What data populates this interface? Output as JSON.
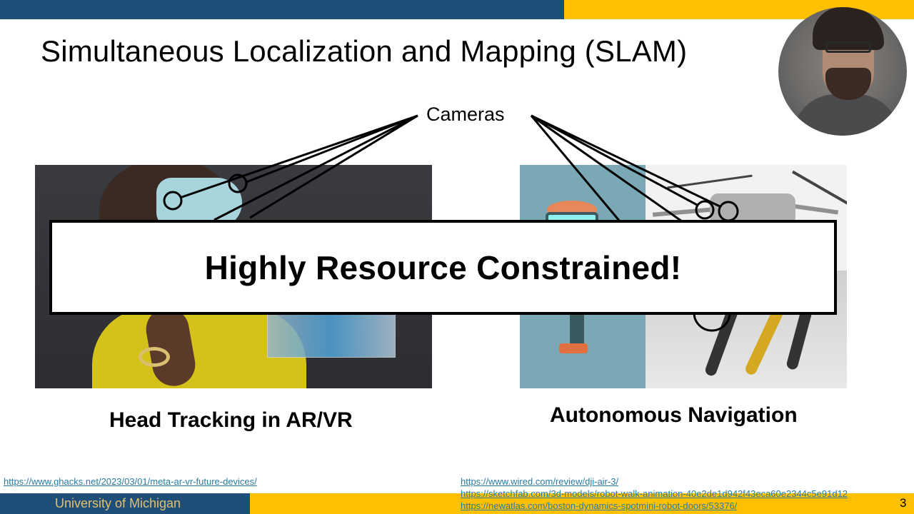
{
  "slide": {
    "title": "Simultaneous Localization and Mapping (SLAM)",
    "cameras_label": "Cameras",
    "banner_text": "Highly Resource Constrained!",
    "captions": {
      "left": "Head Tracking in AR/VR",
      "right": "Autonomous Navigation"
    },
    "sources": {
      "left": [
        "https://www.ghacks.net/2023/03/01/meta-ar-vr-future-devices/"
      ],
      "right": [
        "https://www.wired.com/review/dji-air-3/",
        "https://sketchfab.com/3d-models/robot-walk-animation-40e2de1d942f43eca60e2344c5e91d12",
        "https://newatlas.com/boston-dynamics-spotmini-robot-doors/53376/"
      ]
    },
    "footer": "University of Michigan",
    "slide_number": "3"
  },
  "theme": {
    "blue": "#1f4e79",
    "gold": "#ffc000",
    "link_color": "#2a7ca0",
    "footer_text_color": "#e0c070"
  },
  "images": {
    "left": "AR/VR headset user illustration",
    "right_top_left": "Small walking robot render",
    "right_top_right": "DJI drone",
    "right_bottom": "Quadruped robot legs"
  },
  "webcam": {
    "description": "Presenter webcam feed"
  }
}
